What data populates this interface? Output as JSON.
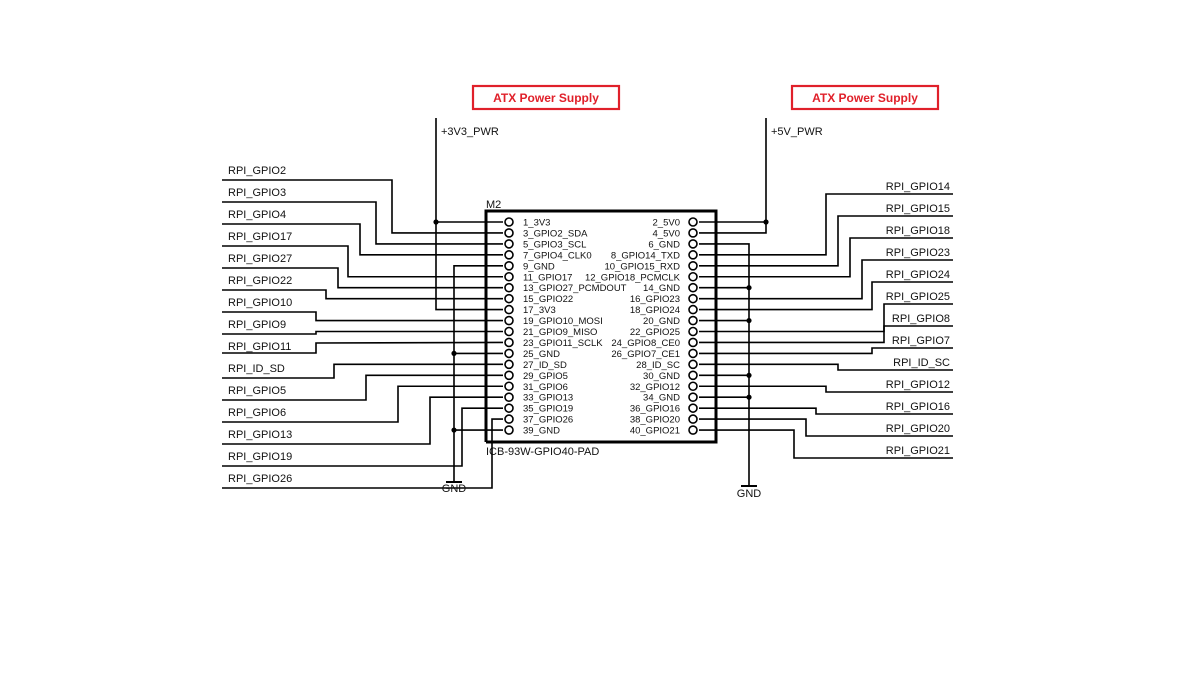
{
  "colors": {
    "wire": "#000000",
    "accent": "#e0202a",
    "background": "#ffffff"
  },
  "power_boxes": [
    {
      "label": "ATX Power Supply",
      "rail": "+3V3_PWR"
    },
    {
      "label": "ATX Power Supply",
      "rail": "+5V_PWR"
    }
  ],
  "connector": {
    "ref": "M2",
    "part": "ICB-93W-GPIO40-PAD",
    "left_pins": [
      "1_3V3",
      "3_GPIO2_SDA",
      "5_GPIO3_SCL",
      "7_GPIO4_CLK0",
      "9_GND",
      "11_GPIO17",
      "13_GPIO27_PCMDOUT",
      "15_GPIO22",
      "17_3V3",
      "19_GPIO10_MOSI",
      "21_GPIO9_MISO",
      "23_GPIO11_SCLK",
      "25_GND",
      "27_ID_SD",
      "29_GPIO5",
      "31_GPIO6",
      "33_GPIO13",
      "35_GPIO19",
      "37_GPIO26",
      "39_GND"
    ],
    "right_pins": [
      "2_5V0",
      "4_5V0",
      "6_GND",
      "8_GPIO14_TXD",
      "10_GPIO15_RXD",
      "12_GPIO18_PCMCLK",
      "14_GND",
      "16_GPIO23",
      "18_GPIO24",
      "20_GND",
      "22_GPIO25",
      "24_GPIO8_CE0",
      "26_GPIO7_CE1",
      "28_ID_SC",
      "30_GND",
      "32_GPIO12",
      "34_GND",
      "36_GPIO16",
      "38_GPIO20",
      "40_GPIO21"
    ]
  },
  "left_nets": [
    {
      "label": "RPI_GPIO2",
      "pin": 1
    },
    {
      "label": "RPI_GPIO3",
      "pin": 2
    },
    {
      "label": "RPI_GPIO4",
      "pin": 3
    },
    {
      "label": "RPI_GPIO17",
      "pin": 5
    },
    {
      "label": "RPI_GPIO27",
      "pin": 6
    },
    {
      "label": "RPI_GPIO22",
      "pin": 7
    },
    {
      "label": "RPI_GPIO10",
      "pin": 9
    },
    {
      "label": "RPI_GPIO9",
      "pin": 10
    },
    {
      "label": "RPI_GPIO11",
      "pin": 11
    },
    {
      "label": "RPI_ID_SD",
      "pin": 13
    },
    {
      "label": "RPI_GPIO5",
      "pin": 14
    },
    {
      "label": "RPI_GPIO6",
      "pin": 15
    },
    {
      "label": "RPI_GPIO13",
      "pin": 16
    },
    {
      "label": "RPI_GPIO19",
      "pin": 17
    },
    {
      "label": "RPI_GPIO26",
      "pin": 18
    }
  ],
  "right_nets": [
    {
      "label": "RPI_GPIO14",
      "pin": 3
    },
    {
      "label": "RPI_GPIO15",
      "pin": 4
    },
    {
      "label": "RPI_GPIO18",
      "pin": 5
    },
    {
      "label": "RPI_GPIO23",
      "pin": 7
    },
    {
      "label": "RPI_GPIO24",
      "pin": 8
    },
    {
      "label": "RPI_GPIO25",
      "pin": 10
    },
    {
      "label": "RPI_GPIO8",
      "pin": 11
    },
    {
      "label": "RPI_GPIO7",
      "pin": 12
    },
    {
      "label": "RPI_ID_SC",
      "pin": 13
    },
    {
      "label": "RPI_GPIO12",
      "pin": 15
    },
    {
      "label": "RPI_GPIO16",
      "pin": 17
    },
    {
      "label": "RPI_GPIO20",
      "pin": 18
    },
    {
      "label": "RPI_GPIO21",
      "pin": 19
    }
  ],
  "gnd_label": "GND",
  "left_gnd_pins": [
    4,
    12,
    19
  ],
  "right_gnd_pins": [
    2,
    6,
    9,
    14,
    16
  ],
  "left_3v3_pins": [
    0,
    8
  ],
  "right_5v_pins": [
    0,
    1
  ]
}
